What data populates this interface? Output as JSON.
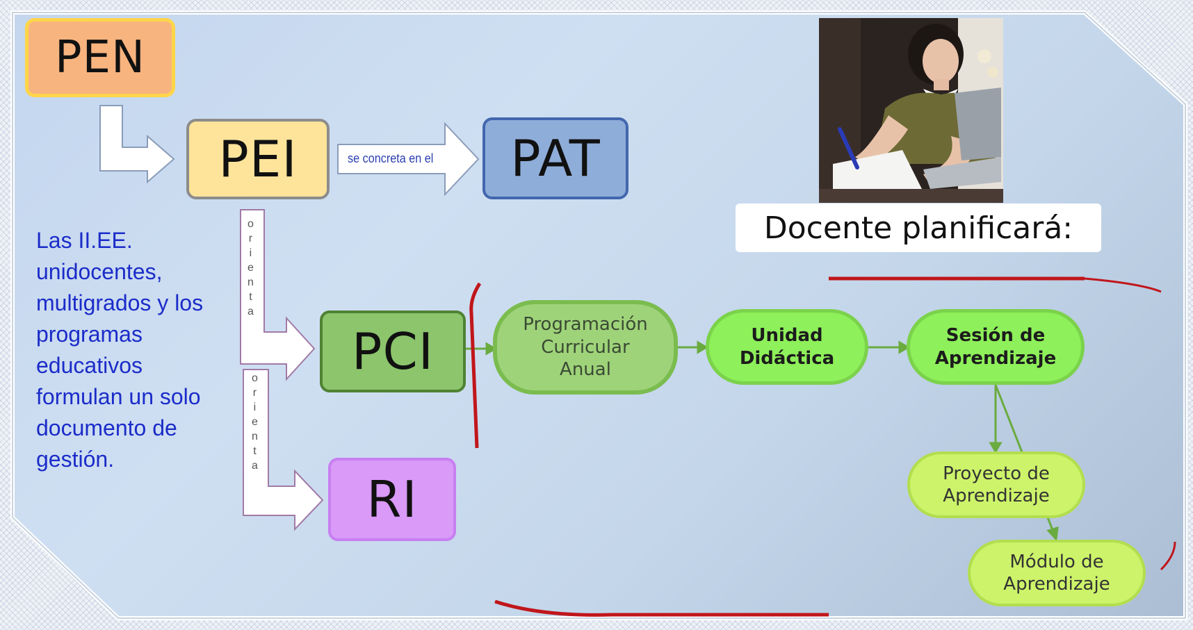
{
  "boxes": {
    "pen": "PEN",
    "pei": "PEI",
    "pat": "PAT",
    "pci": "PCI",
    "ri": "RI"
  },
  "arrows": {
    "pei_to_pat": "se concreta en el",
    "pei_to_pci": [
      "o",
      "r",
      "i",
      "e",
      "n",
      "t",
      "a"
    ],
    "pei_to_ri": [
      "o",
      "r",
      "i",
      "e",
      "n",
      "t",
      "a"
    ]
  },
  "side_text": "Las II.EE. unidocentes, multigrados y los programas educativos formulan un solo documento de gestión.",
  "caption": "Docente planificará:",
  "pills": {
    "programacion": [
      "Programación",
      "Curricular",
      "Anual"
    ],
    "unidad": [
      "Unidad",
      "Didáctica"
    ],
    "sesion": [
      "Sesión de",
      "Aprendizaje"
    ],
    "proyecto": [
      "Proyecto de",
      "Aprendizaje"
    ],
    "modulo": [
      "Módulo de",
      "Aprendizaje"
    ]
  },
  "colors": {
    "pen_fill": "#f7b47f",
    "pei_fill": "#fde49a",
    "pat_fill": "#8fadd9",
    "pci_fill": "#8cc56c",
    "ri_fill": "#d99af8",
    "side_text": "#1b2cc9",
    "bracket": "#c0161b"
  },
  "icons": [
    "teacher-photo"
  ]
}
